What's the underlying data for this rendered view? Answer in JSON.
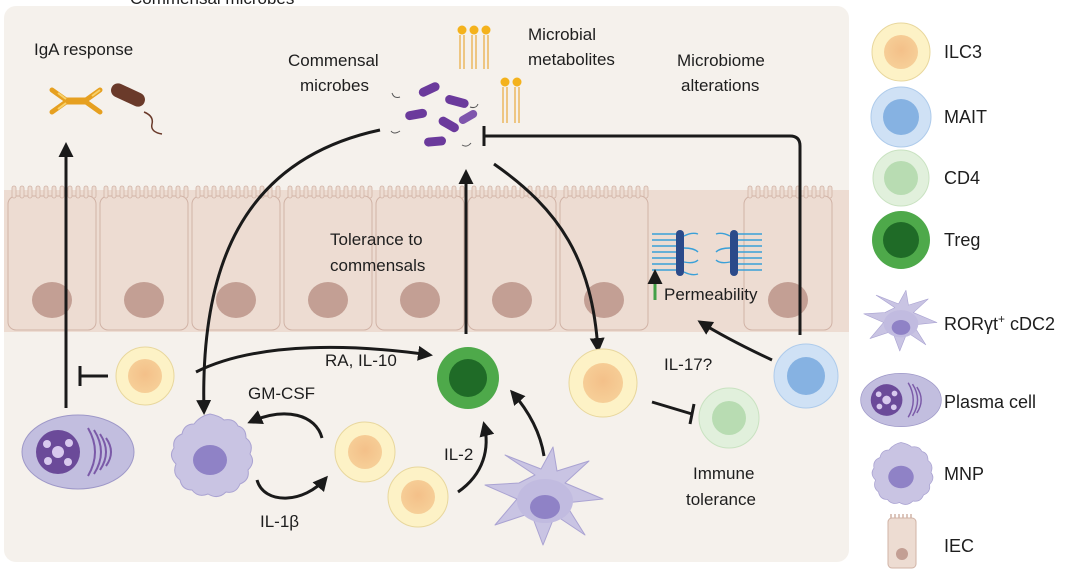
{
  "diagram": {
    "top_cut_text": "Commensal microbes",
    "labels": {
      "iga_response": "IgA response",
      "commensal_line1": "Commensal",
      "commensal_line2": "microbes",
      "metabolites_line1": "Microbial",
      "metabolites_line2": "metabolites",
      "alterations_line1": "Microbiome",
      "alterations_line2": "alterations",
      "tolerance_line1": "Tolerance to",
      "tolerance_line2": "commensals",
      "permeability": "Permeability",
      "ra_il10": "RA, IL-10",
      "gm_csf": "GM-CSF",
      "il1b": "IL-1β",
      "il2": "IL-2",
      "il17": "IL-17?",
      "immune_line1": "Immune",
      "immune_line2": "tolerance"
    }
  },
  "legend": [
    {
      "key": "ilc3",
      "label": "ILC3"
    },
    {
      "key": "mait",
      "label": "MAIT"
    },
    {
      "key": "cd4",
      "label": "CD4"
    },
    {
      "key": "treg",
      "label": "Treg"
    },
    {
      "key": "rorgt_cdc2",
      "label": "RORγt",
      "sup": "+",
      "suffix": " cDC2"
    },
    {
      "key": "plasma",
      "label": "Plasma cell"
    },
    {
      "key": "mnp",
      "label": "MNP"
    },
    {
      "key": "iec",
      "label": "IEC"
    }
  ],
  "colors": {
    "panel_bg": "#f5f1ec",
    "epithelium": "#eddcd2",
    "epithelium_stroke": "#d1b3a6",
    "nucleus": "#c39f94",
    "ilc3_fill": "#fdf2c6",
    "ilc3_core": "#f6c88f",
    "mait_fill": "#cfe1f5",
    "mait_core": "#86b2e2",
    "cd4_fill": "#e1f0dc",
    "cd4_core": "#b8dcb2",
    "treg_fill": "#4ea94a",
    "treg_core": "#1f6b27",
    "mnp_fill": "#c9c4e3",
    "mnp_core": "#8f82c6",
    "plasma_fill": "#c2bedf",
    "plasma_core": "#4c2c72",
    "microbe": "#6b3a9c",
    "metabolite_head": "#f4b21c",
    "arrow": "#1a1a1a"
  }
}
